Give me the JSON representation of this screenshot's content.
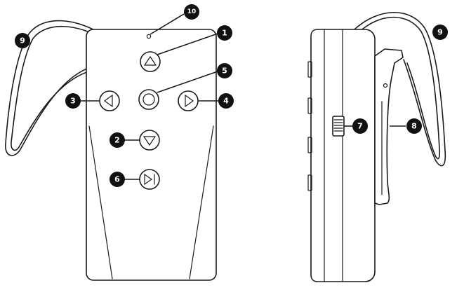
{
  "callouts": {
    "c1": "1",
    "c2": "2",
    "c3": "3",
    "c4": "4",
    "c5": "5",
    "c6": "6",
    "c7": "7",
    "c8": "8",
    "c9_left": "9",
    "c9_right": "9",
    "c10": "10"
  },
  "icons": {
    "up": "triangle-up-icon",
    "down": "triangle-down-icon",
    "left": "triangle-left-icon",
    "right": "triangle-right-icon",
    "center": "circle-icon",
    "play_pause": "play-pause-icon"
  },
  "colors": {
    "line": "#1a1a1a",
    "badge": "#111111",
    "badge_text": "#ffffff",
    "background": "#ffffff"
  }
}
